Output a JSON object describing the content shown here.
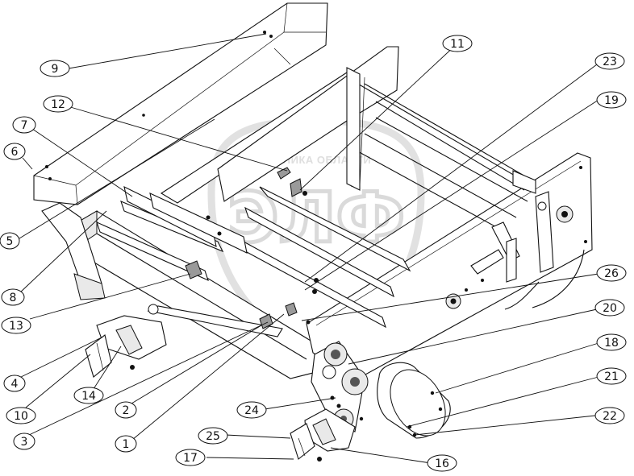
{
  "watermark": {
    "top_text": "ТЕХНИКА ОБЛАСТИ",
    "logo_text": "ЭЛФ"
  },
  "callouts": [
    {
      "label": "1"
    },
    {
      "label": "2"
    },
    {
      "label": "3"
    },
    {
      "label": "4"
    },
    {
      "label": "5"
    },
    {
      "label": "6"
    },
    {
      "label": "7"
    },
    {
      "label": "8"
    },
    {
      "label": "9"
    },
    {
      "label": "10"
    },
    {
      "label": "11"
    },
    {
      "label": "12"
    },
    {
      "label": "13"
    },
    {
      "label": "14"
    },
    {
      "label": "16"
    },
    {
      "label": "17"
    },
    {
      "label": "18"
    },
    {
      "label": "19"
    },
    {
      "label": "20"
    },
    {
      "label": "21"
    },
    {
      "label": "22"
    },
    {
      "label": "23"
    },
    {
      "label": "24"
    },
    {
      "label": "25"
    },
    {
      "label": "26"
    }
  ]
}
